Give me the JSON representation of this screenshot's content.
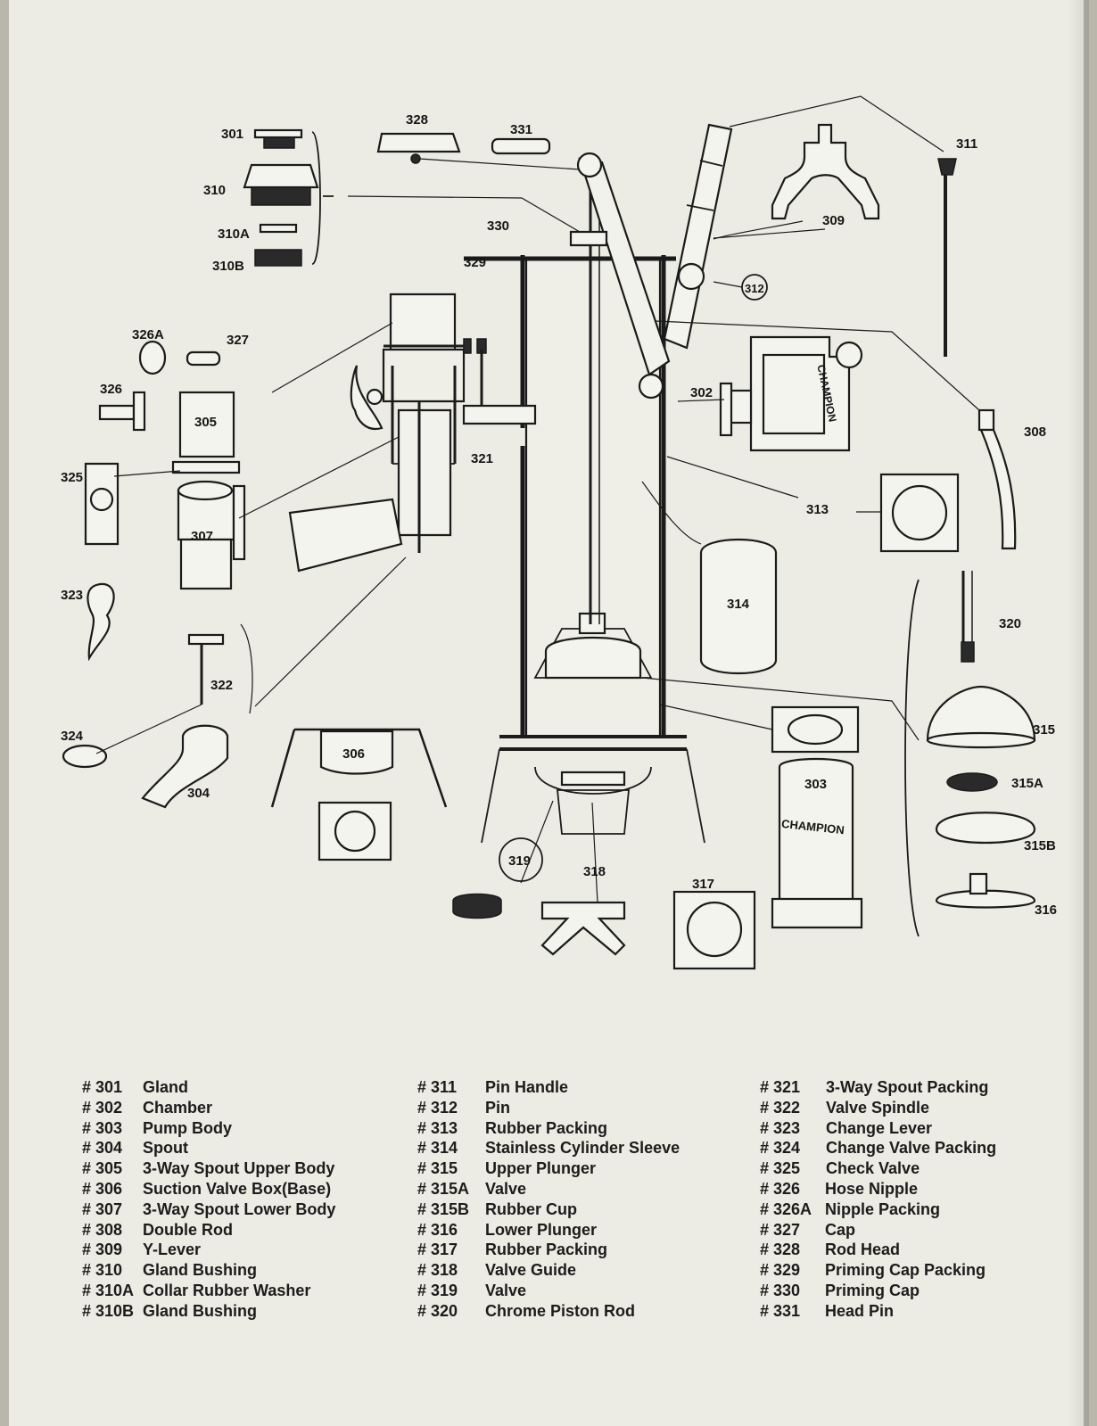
{
  "callouts": {
    "301": "301",
    "302": "302",
    "303": "303",
    "304": "304",
    "305": "305",
    "306": "306",
    "307": "307",
    "308": "308",
    "309": "309",
    "310": "310",
    "310A": "310A",
    "310B": "310B",
    "311": "311",
    "312": "312",
    "313": "313",
    "314": "314",
    "315": "315",
    "315A": "315A",
    "315B": "315B",
    "316": "316",
    "317": "317",
    "318": "318",
    "319": "319",
    "320": "320",
    "321": "321",
    "322": "322",
    "323": "323",
    "324": "324",
    "325": "325",
    "326": "326",
    "326A": "326A",
    "327": "327",
    "328": "328",
    "329": "329",
    "330": "330",
    "331": "331"
  },
  "stamp_text": [
    "CHAMPION",
    "CHAMPION"
  ],
  "legend": {
    "col1": [
      {
        "num": "# 301",
        "name": "Gland"
      },
      {
        "num": "# 302",
        "name": "Chamber"
      },
      {
        "num": "# 303",
        "name": "Pump Body"
      },
      {
        "num": "# 304",
        "name": "Spout"
      },
      {
        "num": "# 305",
        "name": "3-Way Spout Upper Body"
      },
      {
        "num": "# 306",
        "name": "Suction Valve Box(Base)"
      },
      {
        "num": "# 307",
        "name": "3-Way Spout Lower Body"
      },
      {
        "num": "# 308",
        "name": "Double Rod"
      },
      {
        "num": "# 309",
        "name": "Y-Lever"
      },
      {
        "num": "# 310",
        "name": "Gland Bushing"
      },
      {
        "num": "# 310A",
        "name": "Collar Rubber Washer"
      },
      {
        "num": "# 310B",
        "name": "Gland Bushing"
      }
    ],
    "col2": [
      {
        "num": "# 311",
        "name": "Pin Handle"
      },
      {
        "num": "# 312",
        "name": "Pin"
      },
      {
        "num": "# 313",
        "name": "Rubber Packing"
      },
      {
        "num": "# 314",
        "name": "Stainless Cylinder Sleeve"
      },
      {
        "num": "# 315",
        "name": "Upper Plunger"
      },
      {
        "num": "# 315A",
        "name": "Valve"
      },
      {
        "num": "# 315B",
        "name": "Rubber Cup"
      },
      {
        "num": "# 316",
        "name": "Lower Plunger"
      },
      {
        "num": "# 317",
        "name": "Rubber Packing"
      },
      {
        "num": "# 318",
        "name": "Valve Guide"
      },
      {
        "num": "# 319",
        "name": "Valve"
      },
      {
        "num": "# 320",
        "name": "Chrome Piston Rod"
      }
    ],
    "col3": [
      {
        "num": "# 321",
        "name": "3-Way Spout Packing"
      },
      {
        "num": "# 322",
        "name": "Valve Spindle"
      },
      {
        "num": "# 323",
        "name": "Change Lever"
      },
      {
        "num": "# 324",
        "name": "Change Valve Packing"
      },
      {
        "num": "# 325",
        "name": "Check Valve"
      },
      {
        "num": "# 326",
        "name": "Hose Nipple"
      },
      {
        "num": "# 326A",
        "name": "Nipple Packing"
      },
      {
        "num": "# 327",
        "name": "Cap"
      },
      {
        "num": "# 328",
        "name": "Rod Head"
      },
      {
        "num": "# 329",
        "name": "Priming Cap Packing"
      },
      {
        "num": "# 330",
        "name": "Priming Cap"
      },
      {
        "num": "# 331",
        "name": "Head Pin"
      }
    ]
  }
}
